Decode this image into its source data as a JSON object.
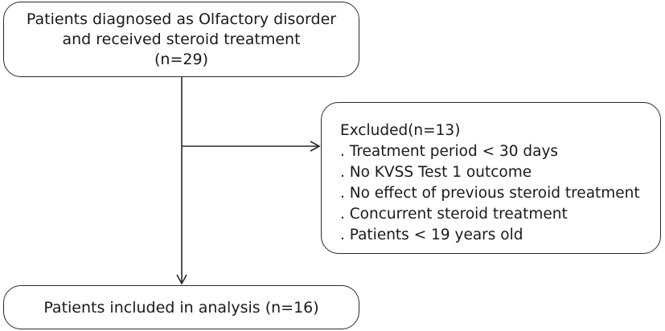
{
  "top_box": {
    "lines": [
      "Patients diagnosed as Olfactory disorder",
      "and received steroid treatment",
      "(n=29)"
    ]
  },
  "excluded_box": {
    "title": "Excluded(n=13)",
    "items": [
      ". Treatment period < 30 days",
      ". No KVSS Test 1 outcome",
      ". No effect of previous steroid treatment",
      ". Concurrent steroid treatment",
      ". Patients < 19 years old"
    ]
  },
  "bottom_box": {
    "text": "Patients included in analysis (n=16)"
  }
}
